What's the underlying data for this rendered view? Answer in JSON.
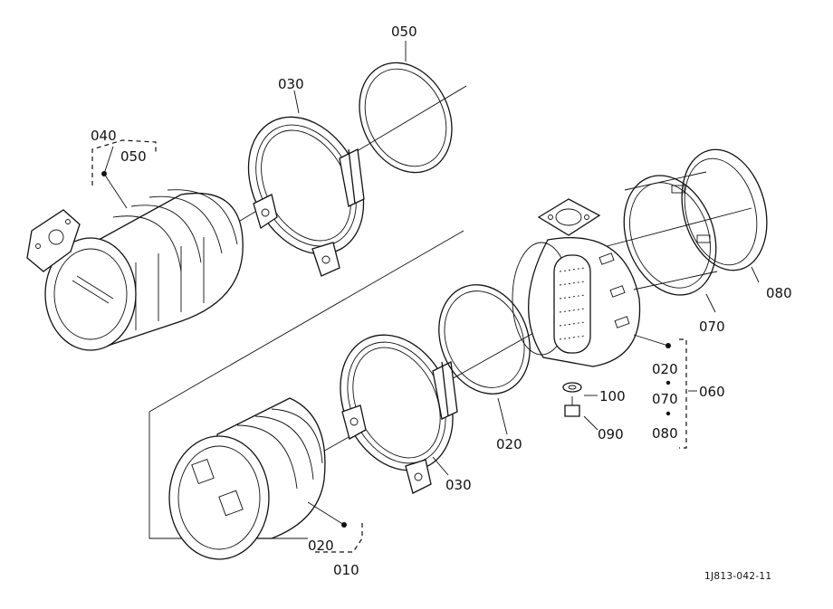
{
  "figure": {
    "reference_code": "1J813-042-11"
  },
  "callouts": {
    "c040": "040",
    "c050_top_group": "050",
    "c030_top": "030",
    "c050_ring": "050",
    "c020_bottom_group": "020",
    "c010": "010",
    "c030_bottom": "030",
    "c020_ring": "020",
    "c020_assembly": "020",
    "c070_assembly": "070",
    "c080_assembly": "080",
    "c060": "060",
    "c100": "100",
    "c090": "090",
    "c070_part": "070",
    "c080_part": "080"
  }
}
